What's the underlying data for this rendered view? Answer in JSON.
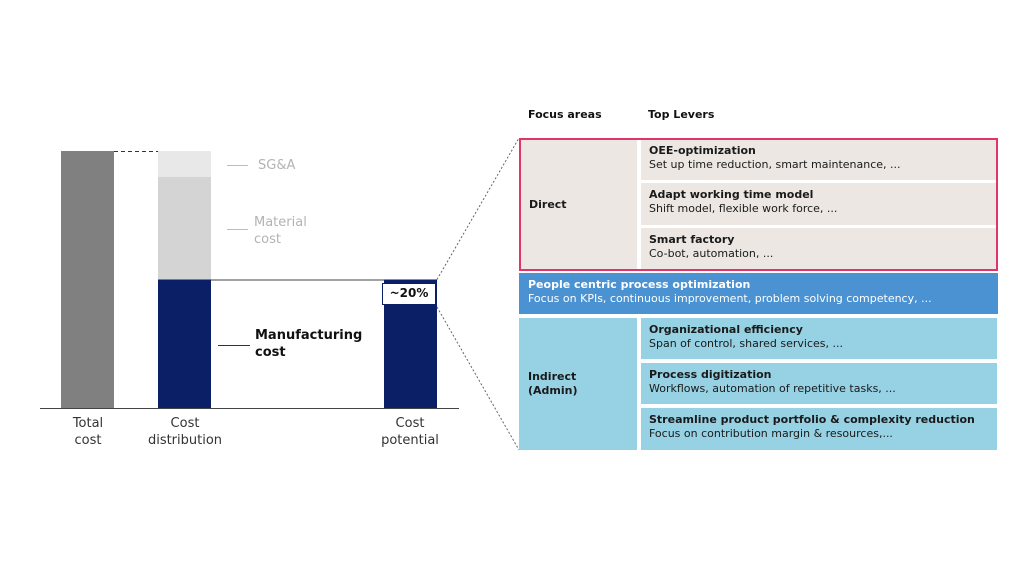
{
  "chart_data": {
    "type": "bar",
    "subtype": "waterfall-breakdown",
    "title": "",
    "xlabel": "",
    "ylabel": "",
    "ylim": [
      0,
      100
    ],
    "grid": false,
    "categories": [
      "Total\ncost",
      "Cost\ndistribution",
      "Cost\npotential"
    ],
    "series": [
      {
        "name": "Total cost",
        "category": 0,
        "values": [
          100
        ],
        "color": "#808080"
      },
      {
        "name": "Manufacturing cost",
        "category": 1,
        "stack_base": 0,
        "value": 50,
        "color": "#0b1f66"
      },
      {
        "name": "Material cost",
        "category": 1,
        "stack_base": 50,
        "value": 40,
        "color": "#d4d4d4"
      },
      {
        "name": "SG&A",
        "category": 1,
        "stack_base": 90,
        "value": 10,
        "color": "#e8e8e8"
      },
      {
        "name": "Cost potential",
        "category": 2,
        "stack_base": 0,
        "value": 50,
        "color": "#0b1f66"
      }
    ],
    "annotations": {
      "potential_label": "~20%",
      "segment_labels": {
        "sga": "SG&A",
        "material": "Material\ncost",
        "manufacturing": "Manufacturing\ncost"
      }
    },
    "legend": "none"
  },
  "table": {
    "headers": {
      "focus_areas": "Focus areas",
      "top_levers": "Top Levers"
    },
    "direct": {
      "label": "Direct",
      "levers": [
        {
          "title": "OEE-optimization",
          "sub": "Set up time reduction, smart maintenance, ..."
        },
        {
          "title": "Adapt working time model",
          "sub": "Shift model, flexible work force, ..."
        },
        {
          "title": "Smart factory",
          "sub": "Co-bot, automation, ..."
        }
      ]
    },
    "people": {
      "title": "People centric process optimization",
      "sub": "Focus on KPIs, continuous improvement, problem solving competency, ..."
    },
    "indirect": {
      "label": "Indirect\n(Admin)",
      "levers": [
        {
          "title": "Organizational efficiency",
          "sub": "Span of control, shared services, ..."
        },
        {
          "title": "Process digitization",
          "sub": "Workflows, automation of repetitive tasks, ..."
        },
        {
          "title": "Streamline product portfolio & complexity reduction",
          "sub": "Focus on contribution margin & resources,..."
        }
      ]
    }
  },
  "colors": {
    "highlight_border": "#e0356a",
    "direct_fill": "#ece7e3",
    "people_fill": "#4a92d2",
    "indirect_fill": "#96d1e4",
    "navy": "#0b1f66",
    "gray_bar": "#808080"
  }
}
